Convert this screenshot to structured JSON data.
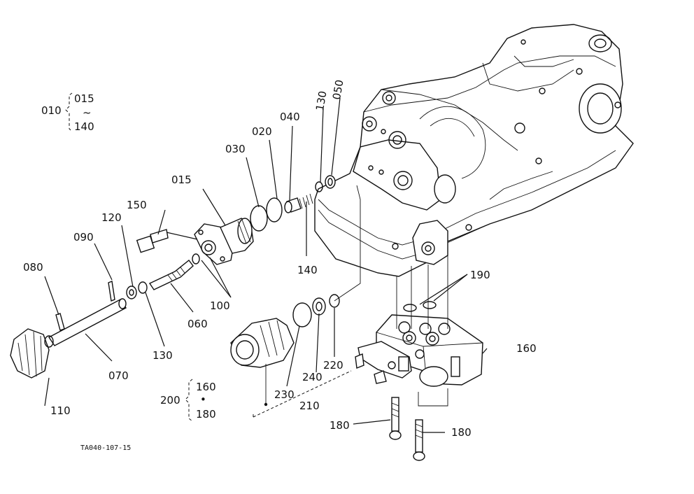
{
  "diagram": {
    "drawing_code": "TA040-107-15",
    "group_010": {
      "number": "010",
      "from": "015",
      "tilde": "~",
      "to": "140"
    },
    "group_200": {
      "number": "200",
      "first": "160",
      "bullet": "•",
      "second": "180"
    },
    "callouts": {
      "p015": "015",
      "p020": "020",
      "p030": "030",
      "p040": "040",
      "p050": "050",
      "p060": "060",
      "p070": "070",
      "p080": "080",
      "p090": "090",
      "p100": "100",
      "p110": "110",
      "p120": "120",
      "p130a": "130",
      "p130b": "130",
      "p140": "140",
      "p150": "150",
      "p160": "160",
      "p180a": "180",
      "p180b": "180",
      "p190": "190",
      "p210": "210",
      "p220": "220",
      "p230": "230",
      "p240": "240"
    }
  }
}
